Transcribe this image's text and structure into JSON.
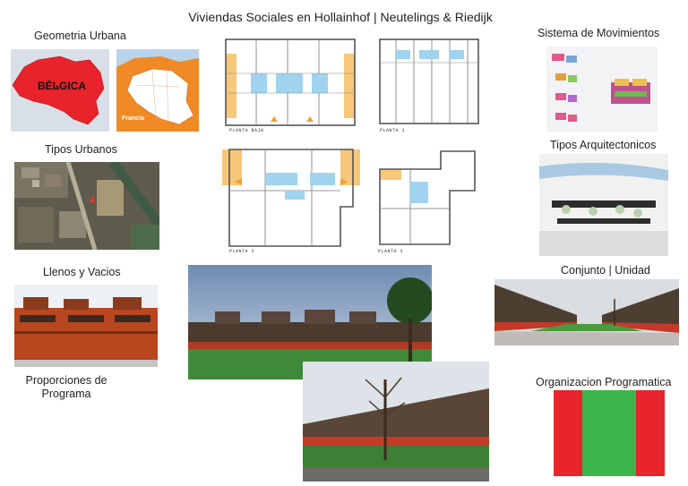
{
  "page_title": "Viviendas Sociales en Hollainhof | Neutelings & Riedijk",
  "sections": {
    "geometria": {
      "title": "Geometria Urbana",
      "map_left_label": "BÉLGICA",
      "map_right_label": "Francia"
    },
    "tipos_urbanos": {
      "title": "Tipos Urbanos"
    },
    "llenos": {
      "title": "Llenos y Vacios"
    },
    "proporciones": {
      "title_line1": "Proporciones de",
      "title_line2": "Programa"
    },
    "sistema": {
      "title": "Sistema de Movimientos"
    },
    "tipos_arq": {
      "title": "Tipos Arquitectonicos"
    },
    "conjunto": {
      "title": "Conjunto | Unidad"
    },
    "organizacion": {
      "title": "Organizacion Programatica"
    }
  },
  "plans": {
    "planta_baja": "PLANTA BAJA",
    "planta_1": "PLANTA 1",
    "planta_2": "PLANTA 2",
    "planta_3": "PLANTA 3"
  },
  "colors": {
    "red": "#e8242c",
    "green": "#3cb54a",
    "map_red": "#e8232b",
    "map_orange": "#f08a24",
    "plan_blue": "#9fd3ee",
    "plan_orange": "#f7c77a"
  }
}
